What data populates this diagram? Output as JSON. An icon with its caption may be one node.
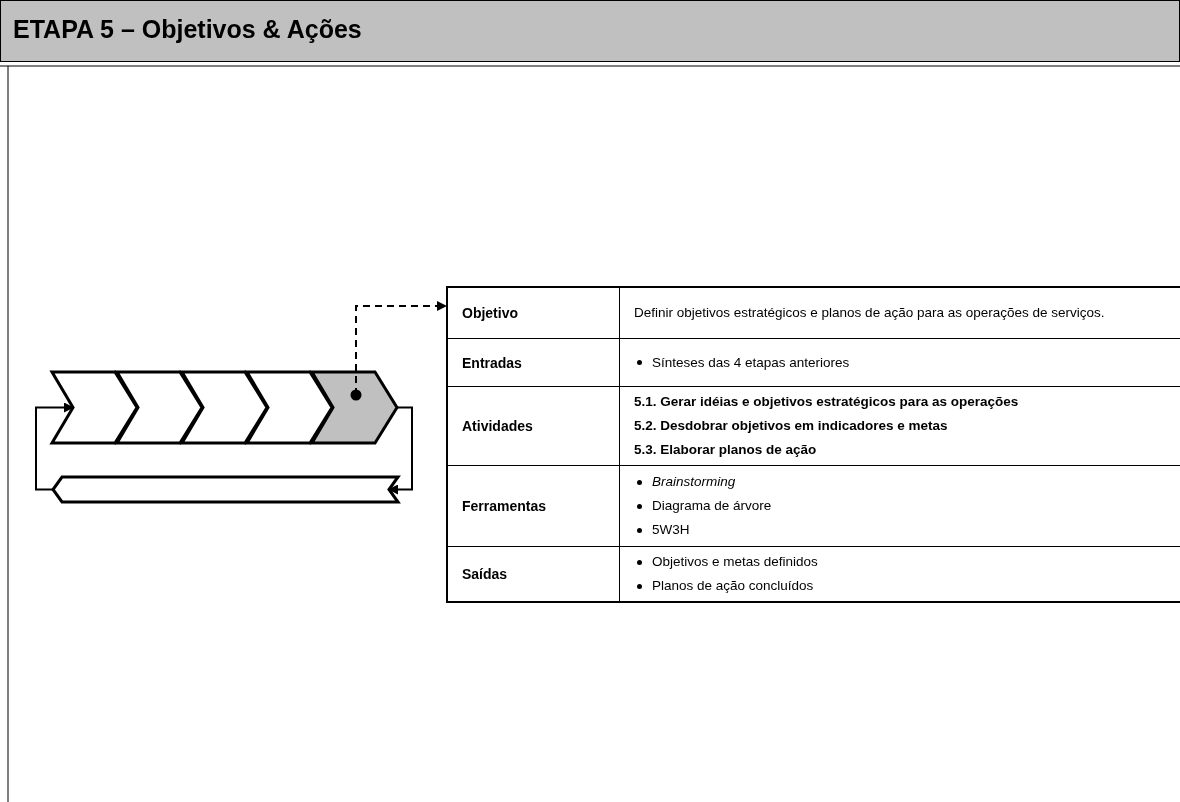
{
  "diagram": {
    "title": "ETAPA 5 – Objetivos & Ações",
    "nodes": [
      {
        "text": [],
        "shape": "chevron"
      },
      {
        "text": [],
        "shape": "chevron"
      },
      {
        "text": [],
        "shape": "chevron"
      },
      {
        "text": [],
        "shape": "chevron"
      },
      {
        "text": [],
        "shape": "chevron"
      },
      {
        "text": [],
        "shape": "bar"
      },
      {
        "text": [],
        "shape": "table"
      }
    ],
    "edges": [
      {
        "from": 4,
        "to": 6,
        "arrow": "to",
        "style": "dashed"
      },
      {
        "from": 4,
        "to": 5,
        "arrow": "to"
      },
      {
        "from": 5,
        "to": 0,
        "arrow": "to"
      }
    ],
    "labels": [
      "Objetivo",
      "Definir objetivos estratégicos e planos de ação para as operações de serviços.",
      "Entradas",
      "Sínteses das 4 etapas anteriores",
      "Atividades",
      "5.1. Gerar idéias e objetivos estratégicos para as operações",
      "5.2. Desdobrar objetivos em indicadores e metas",
      "5.3. Elaborar planos de ação",
      "Ferramentas",
      "Brainstorming",
      "Diagrama de árvore",
      "5W3H",
      "Saídas",
      "Objetivos e metas definidos",
      "Planos de ação concluídos"
    ]
  }
}
